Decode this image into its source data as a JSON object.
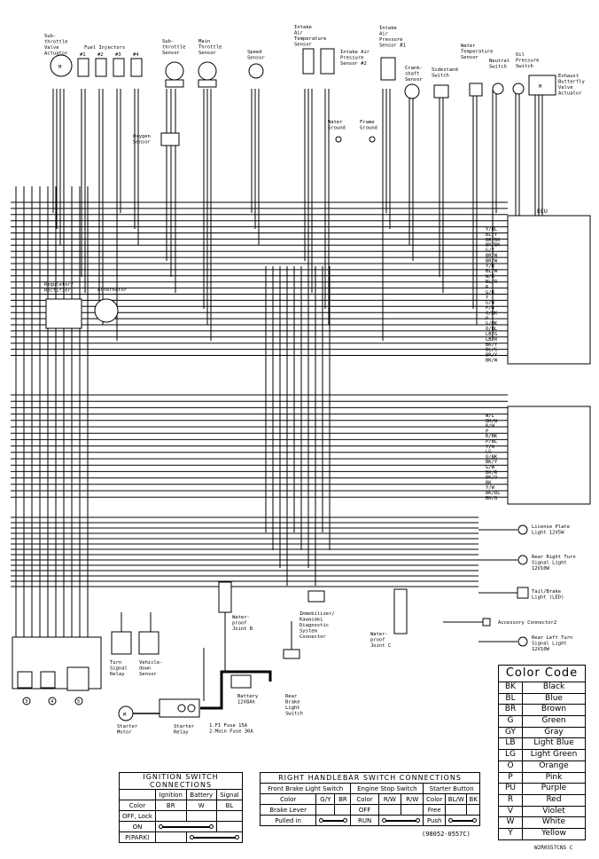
{
  "components": {
    "subthrottle_actuator": "Sub-\nthrottle\nValve\nActuator",
    "fuel_injectors": "Fuel Injectors",
    "injector_nums": [
      "#1",
      "#2",
      "#3",
      "#4"
    ],
    "subthrottle_sensor": "Sub-\nthrottle\nSensor",
    "main_throttle_sensor": "Main\nThrottle\nSensor",
    "speed_sensor": "Speed\nSensor",
    "intake_air_temp": "Intake\nAir\nTemperature\nSensor",
    "intake_air_pressure_2": "Intake Air\nPressure\nSensor #2",
    "intake_air_pressure_1": "Intake\nAir\nPressure\nSensor #1",
    "water_temp_sensor": "Water\nTemperature\nSensor",
    "neutral_switch": "Neutral\nSwitch",
    "oil_pressure_switch": "Oil\nPressure\nSwitch",
    "exhaust_valve_actuator": "Exhaust\nButterfly\nValve\nActuator",
    "crankshaft_sensor": "Crank-\nshaft\nSensor",
    "sidestand_switch": "Sidestand\nSwitch",
    "water_ground": "Water\nGround",
    "frame_ground": "Frame\nGround",
    "oxygen_sensor": "Oxygen\nSensor",
    "ecu": "ECU",
    "regulator": "Regulator/\nRectifier",
    "alternator": "Alternator",
    "license_light": "License Plate\nLight 12V5W",
    "rear_right_turn": "Rear Right Turn\nSignal Light\n12V10W",
    "tail_brake": "Tail/Brake\nLight (LED)",
    "accessory_connector": "Accessory Connector2",
    "rear_left_turn": "Rear Left Turn\nSignal Light\n12V10W",
    "waterproof_joint_b": "Water-\nproof\nJoint B",
    "waterproof_joint_c": "Water-\nproof\nJoint C",
    "immobilizer": "Immobilizer/\nKawasaki\nDiagnostic\nSystem\nConnector",
    "turn_signal_relay": "Turn\nSignal\nRelay",
    "vehicle_down_sensor": "Vehicle-\ndown\nSensor",
    "starter_motor": "Starter\nMotor",
    "starter_relay": "Starter\nRelay",
    "battery": "Battery\n12V8Ah",
    "rear_brake_switch": "Rear\nBrake\nLight\nSwitch",
    "fuses": "1.FI Fuse 15A\n2.Main Fuse 30A",
    "circle_nums": [
      "3",
      "4",
      "5"
    ]
  },
  "wire_codes_ecu_top": [
    "Y/BL",
    "BL/Y",
    "BR/BK",
    "BR/BK",
    "G/Y",
    "BR/W",
    "BR/W",
    "Y/R",
    "BL/W",
    "W/R",
    "BL/R",
    "R",
    "G/R",
    "Y",
    "G/W",
    "P/W",
    "O/BK",
    "P",
    "G/BK",
    "O/BL",
    "LB/G",
    "LB/R",
    "BK/Y",
    "BL/G",
    "BR/Y",
    "BK/W"
  ],
  "wire_codes_ecu_bottom": [
    "W/L",
    "BK/W",
    "R/W",
    "P",
    "R/BK",
    "P/BL",
    "Y/G",
    "LG",
    "O/BK",
    "BK/Y",
    "G/W",
    "BK/R",
    "BK/O",
    "BK",
    "Y/W",
    "BK/BL",
    "BK/G"
  ],
  "color_code": {
    "title": "Color Code",
    "rows": [
      {
        "code": "BK",
        "name": "Black"
      },
      {
        "code": "BL",
        "name": "Blue"
      },
      {
        "code": "BR",
        "name": "Brown"
      },
      {
        "code": "G",
        "name": "Green"
      },
      {
        "code": "GY",
        "name": "Gray"
      },
      {
        "code": "LB",
        "name": "Light Blue"
      },
      {
        "code": "LG",
        "name": "Light Green"
      },
      {
        "code": "O",
        "name": "Orange"
      },
      {
        "code": "P",
        "name": "Pink"
      },
      {
        "code": "PU",
        "name": "Purple"
      },
      {
        "code": "R",
        "name": "Red"
      },
      {
        "code": "V",
        "name": "Violet"
      },
      {
        "code": "W",
        "name": "White"
      },
      {
        "code": "Y",
        "name": "Yellow"
      }
    ]
  },
  "ignition_table": {
    "title": "IGNITION SWITCH CONNECTIONS",
    "headers": [
      "",
      "Ignition",
      "Battery",
      "Signal"
    ],
    "color_row": [
      "Color",
      "BR",
      "W",
      "BL"
    ],
    "rows": [
      "OFF, Lock",
      "ON",
      "P(PARK)"
    ]
  },
  "handlebar_table": {
    "title": "RIGHT HANDLEBAR SWITCH CONNECTIONS",
    "group1": "Front Brake Light Switch",
    "group2": "Engine Stop Switch",
    "group3": "Starter Button",
    "color_row": [
      "Color",
      "G/Y",
      "BR",
      "Color",
      "R/W",
      "R/W",
      "Color",
      "BL/W",
      "BK"
    ],
    "row1": [
      "Brake Lever",
      "OFF",
      "Free"
    ],
    "row2": [
      "Pulled in",
      "RUN",
      "Push"
    ]
  },
  "part_number": "(98052-0557C)",
  "drawing_number": "W2R0557CNS C"
}
